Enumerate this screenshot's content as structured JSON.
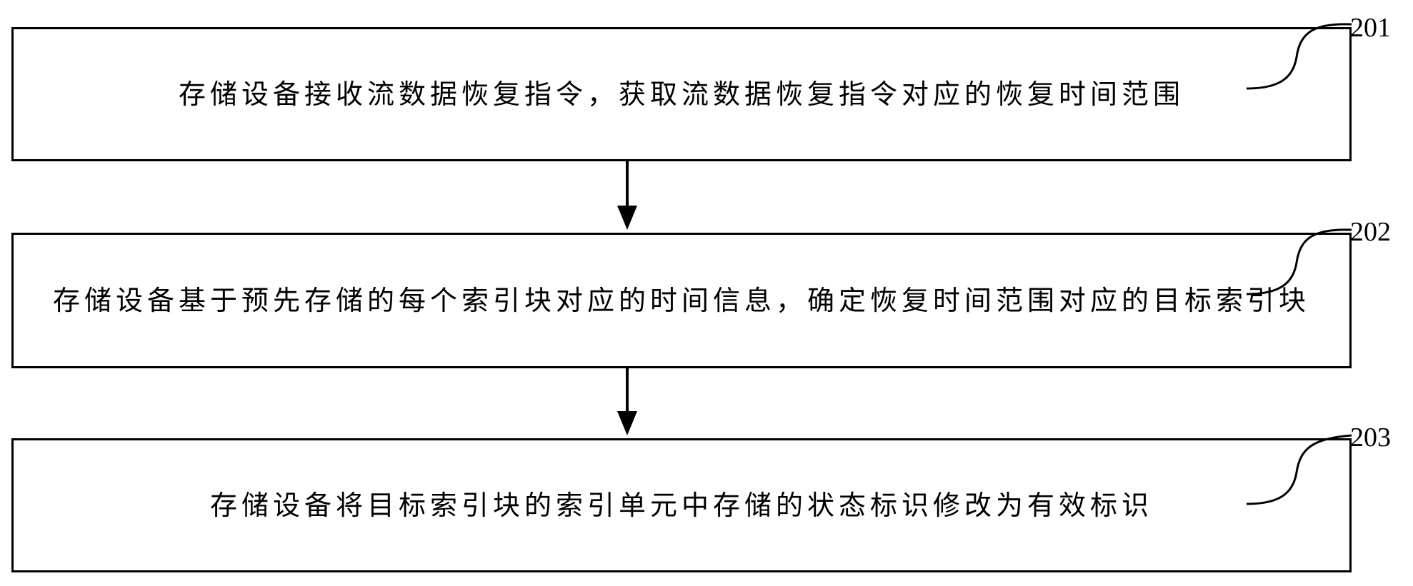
{
  "steps": [
    {
      "number": "201",
      "text": "存储设备接收流数据恢复指令，获取流数据恢复指令对应的恢复时间范围"
    },
    {
      "number": "202",
      "text": "存储设备基于预先存储的每个索引块对应的时间信息，确定恢复时间范围对应的目标索引块"
    },
    {
      "number": "203",
      "text": "存储设备将目标索引块的索引单元中存储的状态标识修改为有效标识"
    }
  ]
}
